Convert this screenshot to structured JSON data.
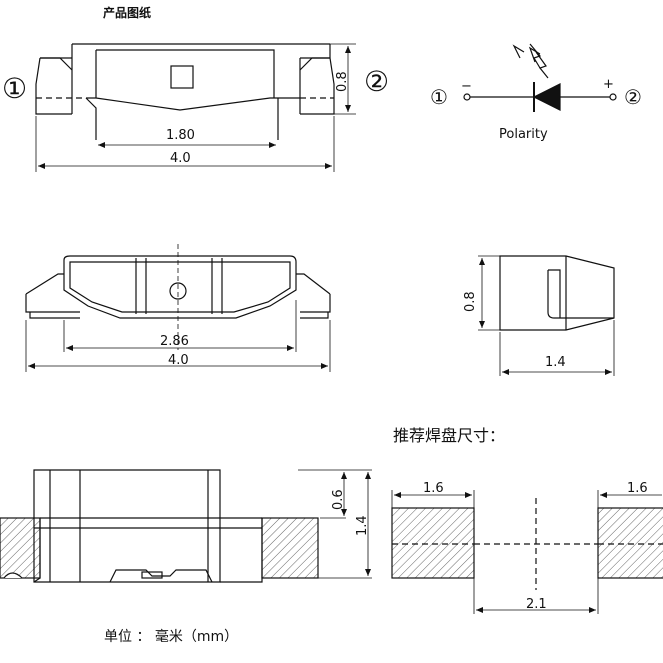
{
  "title": "产品图纸",
  "top_view": {
    "pin_left": "①",
    "pin_right": "②",
    "dim_height": "0.8",
    "dim_inner": "1.80",
    "dim_total": "4.0"
  },
  "polarity": {
    "label": "Polarity",
    "pin_left": "①",
    "pin_right": "②",
    "minus": "−",
    "plus": "+"
  },
  "front_view": {
    "dim_inner": "2.86",
    "dim_total": "4.0"
  },
  "side_view": {
    "dim_height": "0.8",
    "dim_width": "1.4"
  },
  "mount_view": {
    "dim_small": "0.6",
    "dim_height": "1.4"
  },
  "pad": {
    "heading": "推荐焊盘尺寸：",
    "dim_left": "1.6",
    "dim_right": "1.6",
    "dim_gap": "2.1"
  },
  "unit_note": "单位 ： 毫米（mm）"
}
